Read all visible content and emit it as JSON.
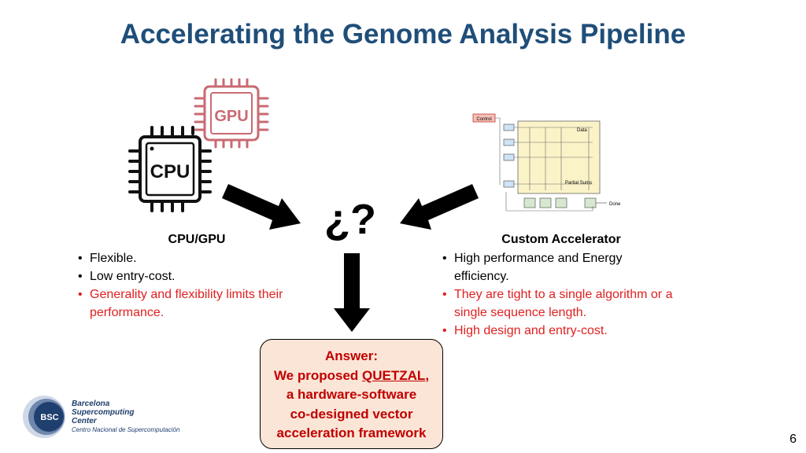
{
  "title": "Accelerating the Genome Analysis Pipeline",
  "left": {
    "heading": "CPU/GPU",
    "bullets": [
      {
        "text": "Flexible.",
        "color": "#000000"
      },
      {
        "text": "Low entry-cost.",
        "color": "#000000"
      },
      {
        "text": "Generality and flexibility limits their performance.",
        "color": "#e02020"
      }
    ],
    "gpu_chip_label": "GPU",
    "cpu_chip_label": "CPU"
  },
  "right": {
    "heading": "Custom Accelerator",
    "bullets": [
      {
        "text": "High performance and Energy efficiency.",
        "color": "#000000"
      },
      {
        "text": "They are tight to a single algorithm or a single sequence length.",
        "color": "#e02020"
      },
      {
        "text": "High design and entry-cost.",
        "color": "#e02020"
      }
    ],
    "diagram": {
      "control": "Control",
      "data": "Data",
      "partial_sums": "Partial Sums",
      "done": "Done"
    }
  },
  "center": {
    "question": "¿?"
  },
  "answer": {
    "line1": "Answer:",
    "line2_pre": "We proposed ",
    "line2_link": "QUETZAL",
    "line2_post": ",",
    "line3": "a hardware-software",
    "line4": "co-designed vector",
    "line5": "acceleration framework"
  },
  "logo": {
    "mark": "BSC",
    "line1": "Barcelona",
    "line2": "Supercomputing",
    "line3": "Center",
    "line4": "Centro Nacional de Supercomputación"
  },
  "page_number": "6",
  "colors": {
    "title": "#1f4e79",
    "highlight": "#e02020",
    "answer_bg": "#fbe5d6",
    "answer_text": "#c00000"
  }
}
